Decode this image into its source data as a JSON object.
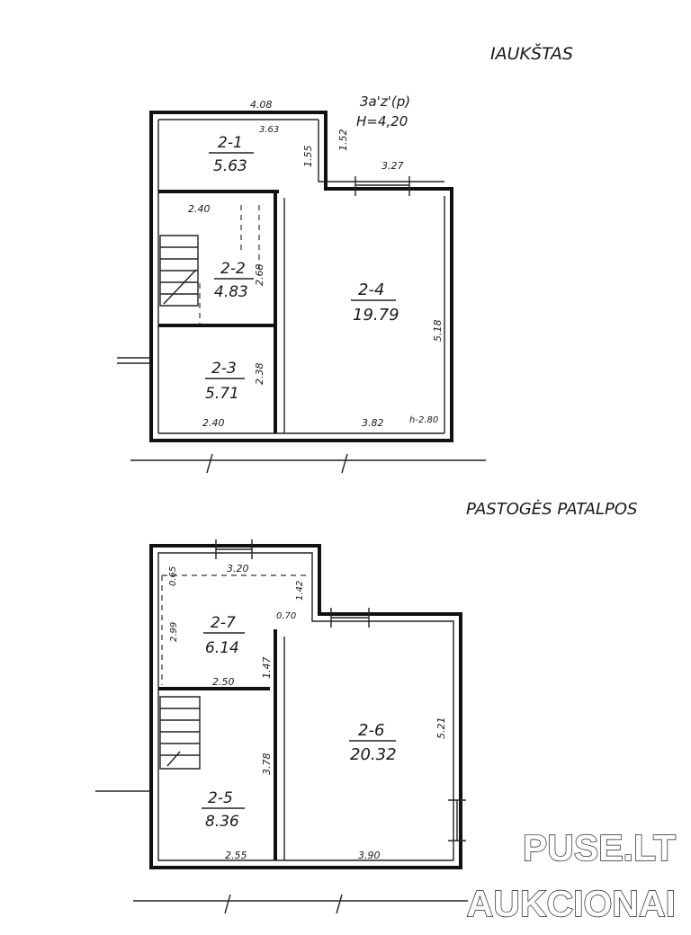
{
  "headings": {
    "floor1": "IAUKŠTAS",
    "attic": "PASTOGĖS PATALPOS",
    "height_note_1": "3a'z'(p)",
    "height_note_2": "H=4,20"
  },
  "floor1": {
    "rooms": [
      {
        "id": "2-1",
        "area": "5.63"
      },
      {
        "id": "2-2",
        "area": "4.83"
      },
      {
        "id": "2-3",
        "area": "5.71"
      },
      {
        "id": "2-4",
        "area": "19.79"
      }
    ],
    "dims": [
      "4.08",
      "3.63",
      "1.52",
      "1.55",
      "3.27",
      "2.40",
      "2.68",
      "5.18",
      "2.38",
      "2.40",
      "3.82",
      "h-2.80"
    ]
  },
  "attic": {
    "rooms": [
      {
        "id": "2-7",
        "area": "6.14"
      },
      {
        "id": "2-6",
        "area": "20.32"
      },
      {
        "id": "2-5",
        "area": "8.36"
      }
    ],
    "dims": [
      "0.65",
      "3.20",
      "1.42",
      "0.70",
      "2.99",
      "1.47",
      "2.50",
      "5.21",
      "3.78",
      "2.55",
      "3.90"
    ]
  },
  "watermark": {
    "line1": "PUSE.LT",
    "line2": "AUKCIONAI"
  }
}
